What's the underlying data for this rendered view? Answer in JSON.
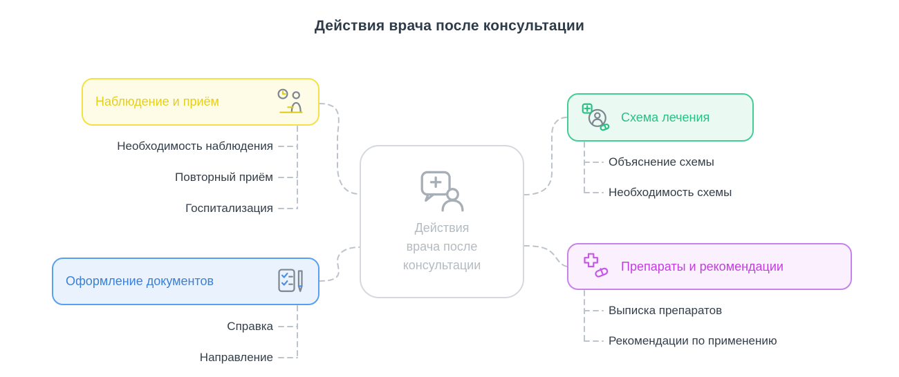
{
  "title": "Действия врача после консультации",
  "center": {
    "label": "Действия\nврача после\nконсультации",
    "icon": "doctor-chat-icon"
  },
  "branches": {
    "observation": {
      "label": "Наблюдение и приём",
      "icon": "reception-clock-icon",
      "accent": "#e3cf1d",
      "border": "#f2e244",
      "bg": "#fefce6",
      "items": [
        "Необходимость наблюдения",
        "Повторный приём",
        "Госпитализация"
      ]
    },
    "documents": {
      "label": "Оформление документов",
      "icon": "document-pen-icon",
      "accent": "#3b80d6",
      "border": "#57a0ef",
      "bg": "#eaf3fd",
      "items": [
        "Справка",
        "Направление"
      ]
    },
    "treatment": {
      "label": "Схема лечения",
      "icon": "treatment-scheme-icon",
      "accent": "#2abf85",
      "border": "#43cd95",
      "bg": "#eafaf2",
      "items": [
        "Объяснение схемы",
        "Необходимость схемы"
      ]
    },
    "medication": {
      "label": "Препараты и рекомендации",
      "icon": "cross-pill-icon",
      "accent": "#c13fdd",
      "border": "#c683e9",
      "bg": "#faf0fe",
      "items": [
        "Выписка препаратов",
        "Рекомендации по применению"
      ]
    }
  },
  "connector_color": "#bcc3ca"
}
